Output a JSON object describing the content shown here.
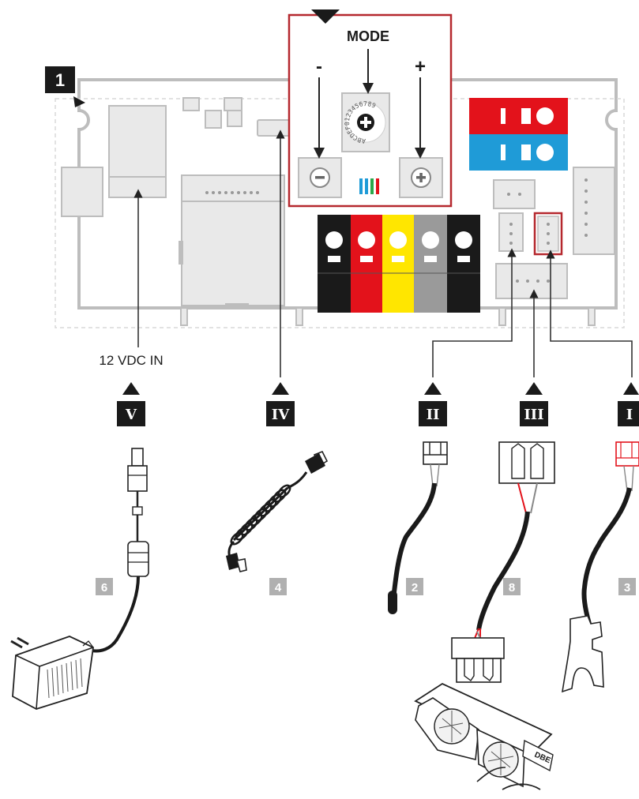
{
  "step": "1",
  "mode_label": "MODE",
  "minus_sign": "-",
  "plus_sign": "+",
  "dial_text": "ABCDEF0123456789",
  "power_label": "12 VDC IN",
  "connectors": [
    {
      "roman": "V",
      "number": "6"
    },
    {
      "roman": "IV",
      "number": "4"
    },
    {
      "roman": "II",
      "number": "2"
    },
    {
      "roman": "III",
      "number": "8"
    },
    {
      "roman": "I",
      "number": "3"
    }
  ],
  "fan_brand": "DBE",
  "colors": {
    "frame_red": "#b5282e",
    "swatch_red": "#e3121b",
    "swatch_blue": "#1f9bd7",
    "wire_black": "#1a1a1a",
    "wire_red": "#e3121b",
    "wire_yellow": "#ffe600",
    "wire_gray": "#9a9a9a",
    "board_outline": "#bdbdbd"
  }
}
